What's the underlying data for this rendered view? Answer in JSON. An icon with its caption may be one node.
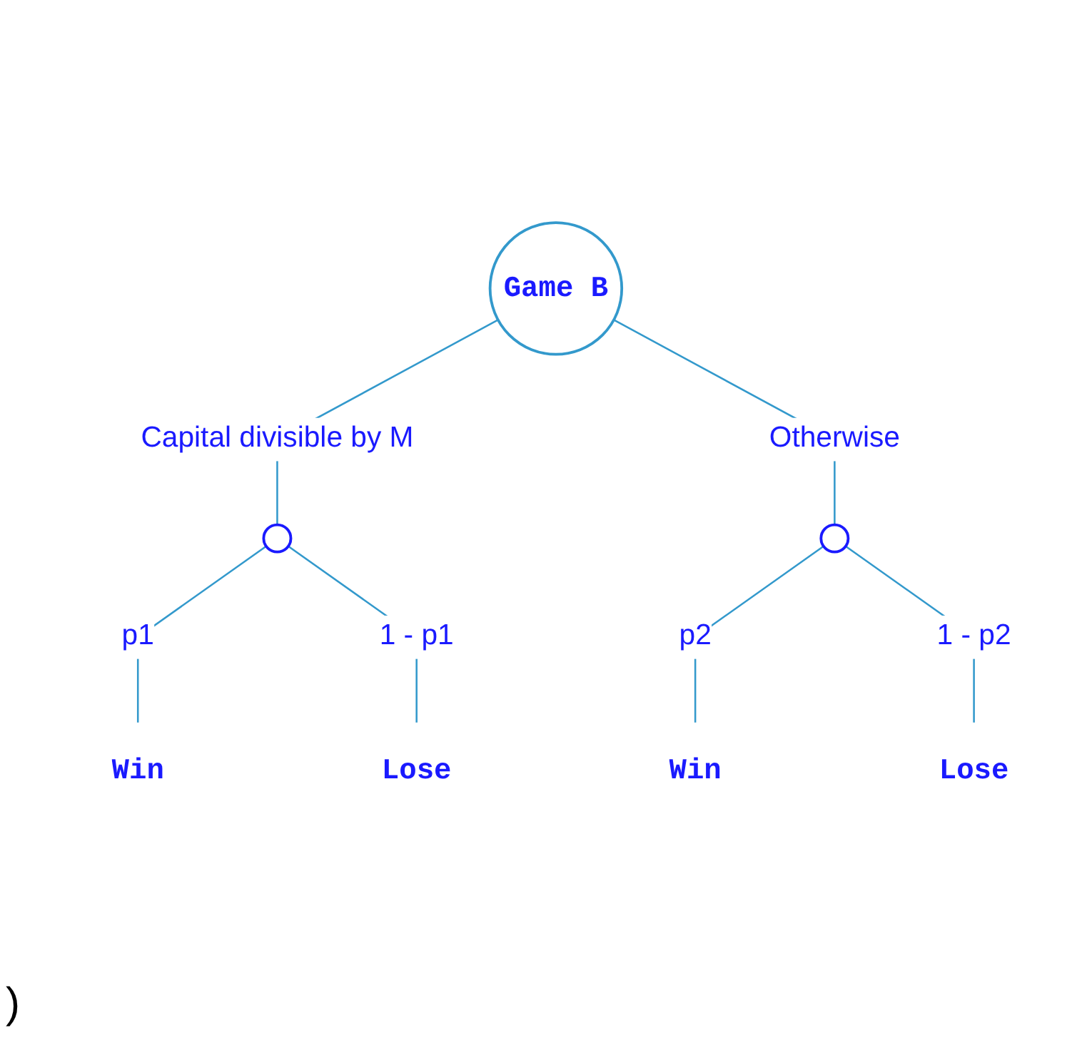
{
  "diagram": {
    "nodes": [
      {
        "text": [
          "Game B"
        ]
      },
      {
        "text": [],
        "shape": "circle"
      },
      {
        "text": [],
        "shape": "circle"
      },
      {
        "text": [
          "Win"
        ]
      },
      {
        "text": [
          "Lose"
        ]
      },
      {
        "text": [
          "Win"
        ]
      },
      {
        "text": [
          "Lose"
        ]
      }
    ],
    "edges": [
      {
        "from": 0,
        "to": 1,
        "arrow": "none",
        "label": "Capital divisible by M"
      },
      {
        "from": 0,
        "to": 2,
        "arrow": "none",
        "label": "Otherwise"
      },
      {
        "from": 1,
        "to": 3,
        "arrow": "none",
        "label": "p1"
      },
      {
        "from": 1,
        "to": 4,
        "arrow": "none",
        "label": "1 - p1"
      },
      {
        "from": 2,
        "to": 5,
        "arrow": "none",
        "label": "p2"
      },
      {
        "from": 2,
        "to": 6,
        "arrow": "none",
        "label": "1 - p2"
      }
    ],
    "labels": [
      ")"
    ]
  }
}
